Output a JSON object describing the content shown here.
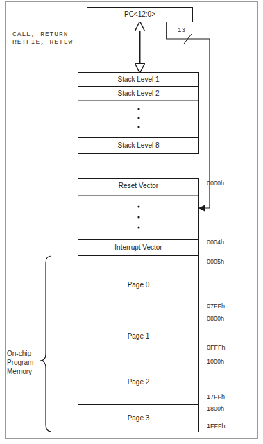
{
  "diagram": {
    "nodes": [
      {
        "text": [
          "PC<12:0>"
        ]
      },
      {
        "text": [
          "Stack Level 1"
        ]
      },
      {
        "text": [
          "Stack Level 2"
        ]
      },
      {
        "text": [
          "Stack Level 8"
        ]
      },
      {
        "text": [
          "Reset Vector"
        ]
      },
      {
        "text": [
          "Interrupt Vector"
        ]
      },
      {
        "text": [
          "Page 0"
        ]
      },
      {
        "text": [
          "Page 1"
        ]
      },
      {
        "text": [
          "Page 2"
        ]
      },
      {
        "text": [
          "Page 3"
        ]
      }
    ],
    "edges": [
      {
        "from": 0,
        "to": 1,
        "arrow": "both",
        "label": "CALL, RETURN RETFIE, RETLW"
      },
      {
        "from": 0,
        "to": 4,
        "arrow": "to",
        "label": "13"
      }
    ],
    "labels": [
      "0000h",
      "0004h",
      "0005h",
      "07FFh",
      "0800h",
      "0FFFh",
      "1000h",
      "17FFh",
      "1800h",
      "1FFFh",
      "On-chip Program Memory"
    ]
  }
}
